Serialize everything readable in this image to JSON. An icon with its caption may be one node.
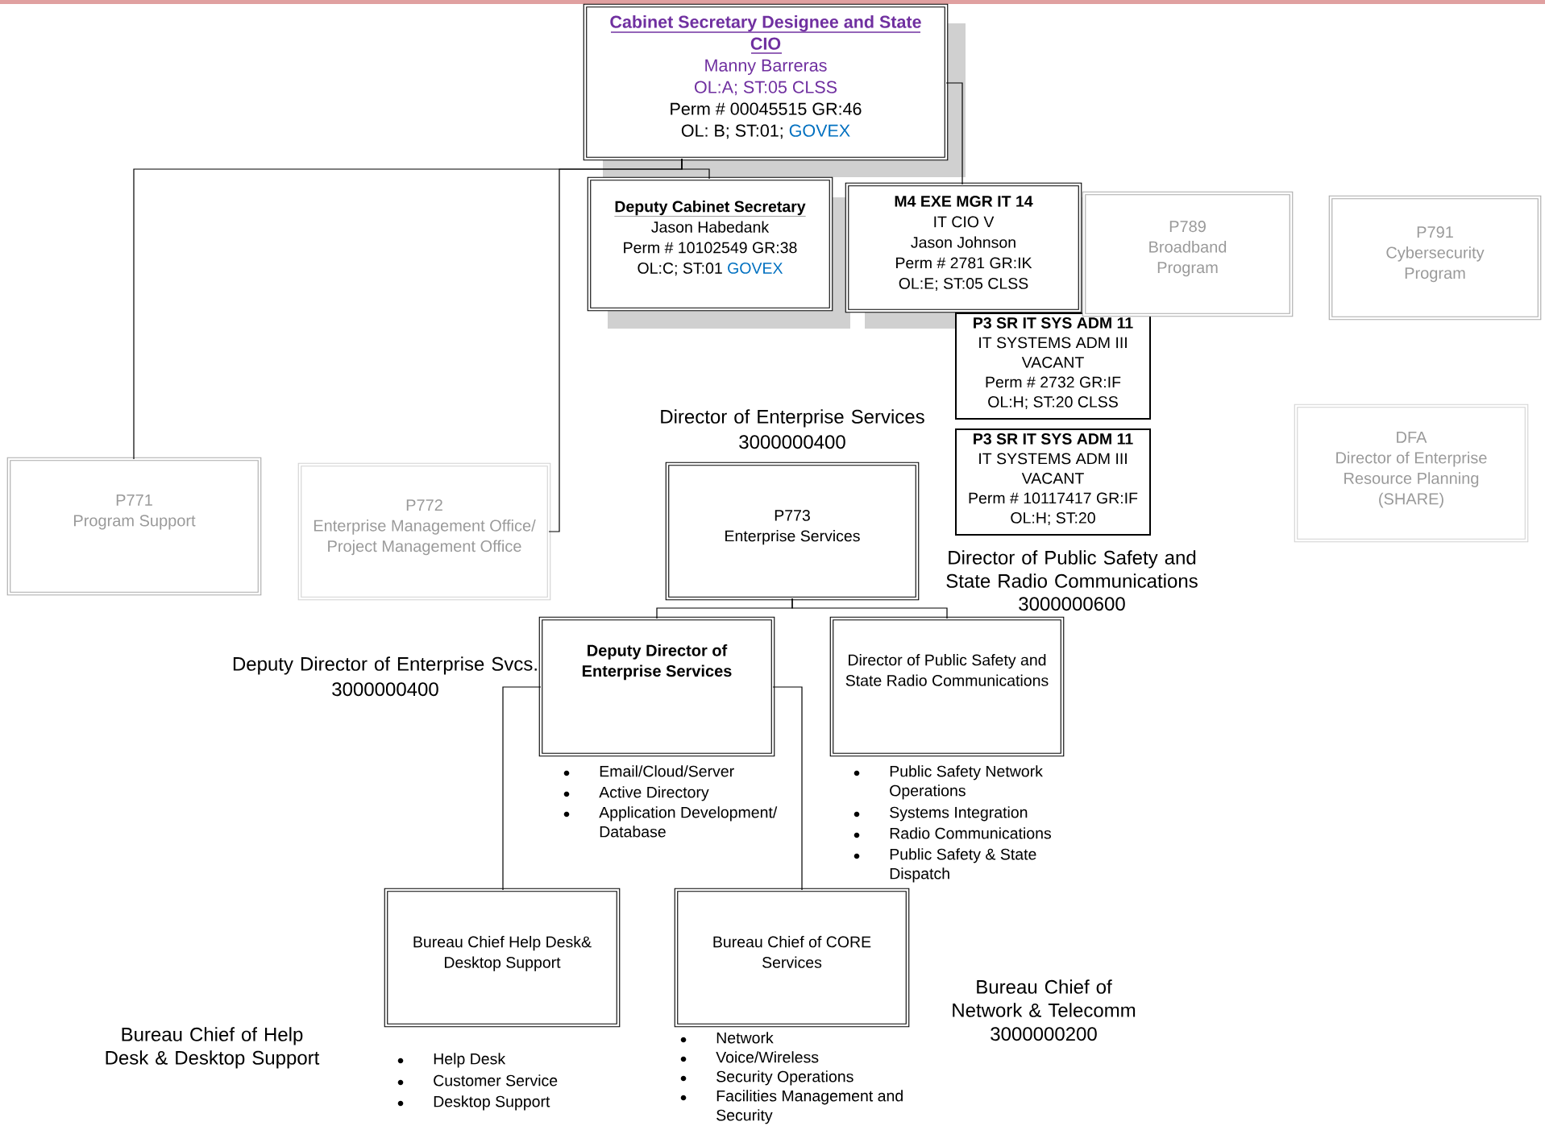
{
  "diagram": {
    "nodes": [
      {
        "text": [
          "Cabinet Secretary Designee and State CIO",
          "Manny Barreras",
          "OL:A; ST:05 CLSS",
          "Perm # 00045515 GR:46",
          "OL: B; ST:01;",
          "GOVEX"
        ]
      },
      {
        "text": [
          "Deputy Cabinet Secretary",
          "Jason Habedank",
          "Perm # 10102549 GR:38",
          "OL:C; ST:01",
          "GOVEX"
        ]
      },
      {
        "text": [
          "M4 EXE MGR IT 14",
          "IT CIO V",
          "Jason Johnson",
          "Perm # 2781 GR:IK",
          "OL:E; ST:05 CLSS"
        ]
      },
      {
        "text": [
          "P3 SR IT SYS ADM 11",
          "IT SYSTEMS ADM III",
          "VACANT",
          "Perm # 2732 GR:IF",
          "OL:H; ST:20 CLSS"
        ]
      },
      {
        "text": [
          "P3 SR IT SYS ADM 11",
          "IT SYSTEMS ADM III",
          "VACANT",
          "Perm # 10117417 GR:IF",
          "OL:H; ST:20"
        ]
      },
      {
        "text": [
          "P789",
          "Broadband Program"
        ]
      },
      {
        "text": [
          "P791",
          "Cybersecurity Program"
        ]
      },
      {
        "text": [
          "DFA",
          "Director of Enterprise Resource Planning (SHARE)"
        ]
      },
      {
        "text": [
          "P771",
          "Program Support"
        ]
      },
      {
        "text": [
          "P772",
          "Enterprise Management Office/ Project Management Office"
        ]
      },
      {
        "text": [
          "P773",
          "Enterprise Services"
        ],
        "beside": [
          "Director of Enterprise Services",
          "3000000400"
        ]
      },
      {
        "text": [
          "Deputy Director of Enterprise Services"
        ],
        "beside": [
          "Deputy Director of Enterprise Svcs.",
          "3000000400",
          "Email/Cloud/Server",
          "Active Directory",
          "Application Development/ Database"
        ]
      },
      {
        "text": [
          "Director of Public Safety and State Radio Communications"
        ],
        "beside": [
          "Director of Public Safety and State Radio Communications",
          "3000000600",
          "Public Safety Network Operations",
          "Systems Integration",
          "Radio Communications",
          "Public Safety & State Dispatch"
        ]
      },
      {
        "text": [
          "Bureau Chief Help Desk& Desktop Support"
        ],
        "beside": [
          "Bureau Chief of Help Desk & Desktop Support",
          "Help Desk",
          "Customer Service",
          "Desktop Support"
        ]
      },
      {
        "text": [
          "Bureau Chief of CORE Services"
        ],
        "beside": [
          "Bureau Chief of Network & Telecomm",
          "3000000200",
          "Network",
          "Voice/Wireless",
          "Security Operations",
          "Facilities Management and Security"
        ]
      }
    ],
    "edges": [
      {
        "from": 0,
        "to": 1,
        "arrow": "none"
      },
      {
        "from": 0,
        "to": 2,
        "arrow": "none"
      },
      {
        "from": 0,
        "to": 8,
        "arrow": "none"
      },
      {
        "from": 0,
        "to": 9,
        "arrow": "none"
      },
      {
        "from": 10,
        "to": 11,
        "arrow": "none"
      },
      {
        "from": 10,
        "to": 12,
        "arrow": "none"
      },
      {
        "from": 11,
        "to": 13,
        "arrow": "none"
      },
      {
        "from": 11,
        "to": 14,
        "arrow": "none"
      }
    ]
  }
}
